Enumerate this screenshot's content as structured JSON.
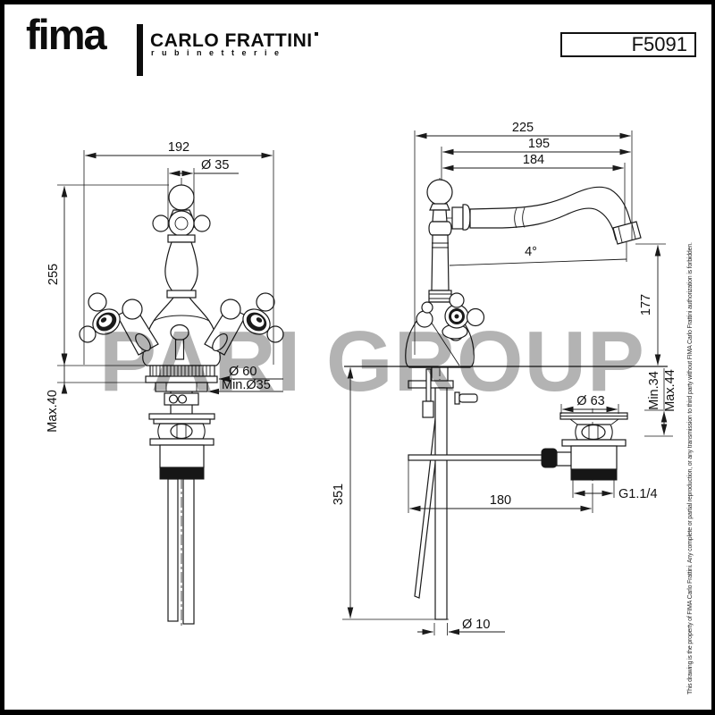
{
  "header": {
    "logo": "fima",
    "brand": "CARLO FRATTINI",
    "brand_sub": "rubinetterie",
    "product_code": "F5091"
  },
  "watermark": {
    "text": "PARI GROUP"
  },
  "notice": "This drawing is the property of FIMA Carlo Frattini. Any complete or partial reproduction, or any transmission to third party without FIMA Carlo Frattini authorization is forbidden.",
  "front_view": {
    "overall_width": "192",
    "spout_head_dia": "Ø 35",
    "height_above_deck": "255",
    "deck_thickness": "Max.40",
    "base_dia": "Ø 60",
    "min_hole_dia": "Min.Ø35"
  },
  "side_view": {
    "overall_depth": "225",
    "spout_reach_outer": "195",
    "spout_reach": "184",
    "spout_angle": "4°",
    "spout_height": "177",
    "deck_min": "Min.34",
    "deck_max": "Max.44",
    "waste_flange_dia": "Ø 63",
    "waste_thread": "G1.1/4",
    "waste_offset": "180",
    "supply_length": "351",
    "supply_pipe_dia": "Ø 10"
  },
  "colors": {
    "line": "#1a1a1a",
    "watermark": "#b3b3b3",
    "frame": "#000000",
    "paper": "#ffffff"
  }
}
